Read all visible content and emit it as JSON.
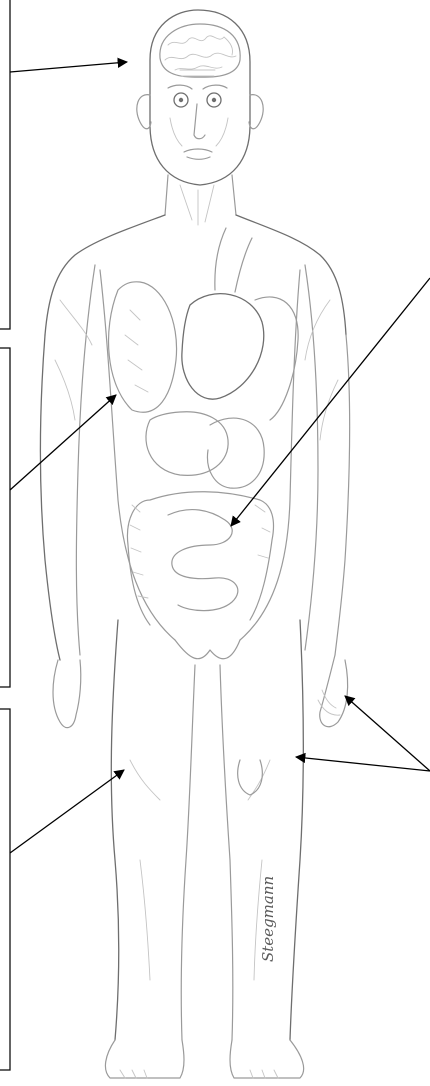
{
  "artist_signature": "Steegmann",
  "colors": {
    "line": "#111111",
    "sketch": "#9a9a9a",
    "background": "#ffffff"
  },
  "label_boxes": [
    "box-top-left",
    "box-middle-left",
    "box-bottom-left"
  ],
  "pointers": [
    "arrow-to-brain",
    "arrow-to-lung",
    "arrow-to-intestines",
    "arrow-to-leg",
    "arrow-to-hand",
    "arrow-to-knee"
  ],
  "structures": [
    "brain",
    "face",
    "neck",
    "shoulders",
    "arms",
    "lung",
    "heart",
    "stomach",
    "intestines",
    "hands",
    "legs",
    "feet"
  ]
}
